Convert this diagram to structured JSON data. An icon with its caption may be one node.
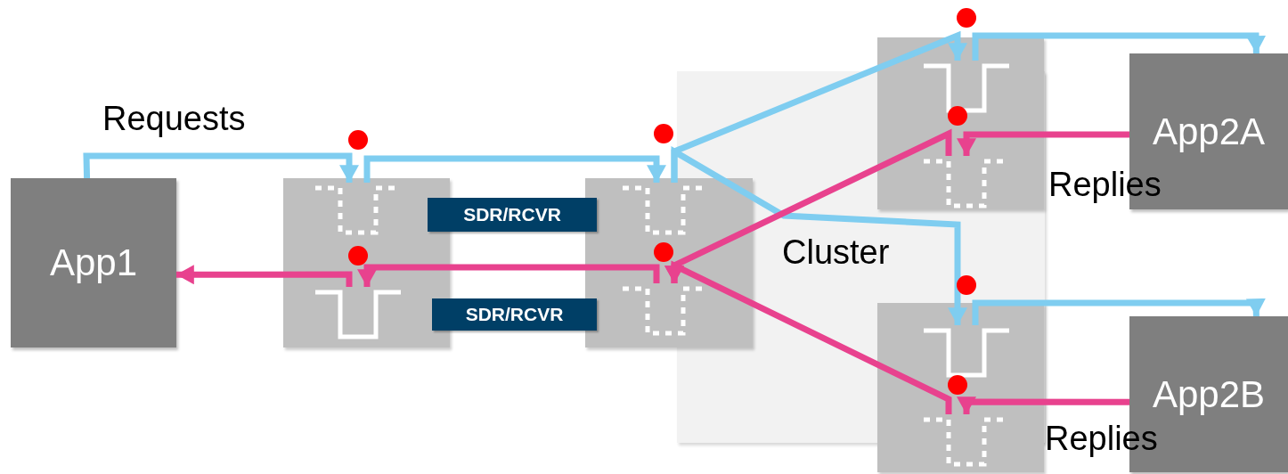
{
  "diagram": {
    "nodes": [
      {
        "text": [
          "App1"
        ]
      },
      {
        "text": [],
        "shape": "box"
      },
      {
        "text": [],
        "shape": "cup",
        "in": 1
      },
      {
        "text": [],
        "shape": "cup",
        "in": 1
      },
      {
        "text": [
          "SDR/RCVR"
        ]
      },
      {
        "text": [
          "SDR/RCVR"
        ]
      },
      {
        "text": [],
        "shape": "box"
      },
      {
        "text": [],
        "shape": "cup",
        "in": 6
      },
      {
        "text": [],
        "shape": "cup",
        "in": 6
      },
      {
        "text": [],
        "shape": "box"
      },
      {
        "text": [],
        "shape": "cup",
        "in": 9
      },
      {
        "text": [],
        "shape": "cup",
        "in": 9
      },
      {
        "text": [
          "App2A"
        ]
      },
      {
        "text": [],
        "shape": "box"
      },
      {
        "text": [],
        "shape": "cup",
        "in": 13
      },
      {
        "text": [],
        "shape": "cup",
        "in": 13
      },
      {
        "text": [
          "App2B"
        ]
      }
    ],
    "edges": [
      {
        "from": 0,
        "to": 2,
        "arrow": "to",
        "color": "#7fcdf0"
      },
      {
        "from": 2,
        "to": 7,
        "arrow": "to",
        "color": "#7fcdf0"
      },
      {
        "from": 7,
        "to": 10,
        "arrow": "to",
        "color": "#7fcdf0"
      },
      {
        "from": 7,
        "to": 14,
        "arrow": "to",
        "color": "#7fcdf0"
      },
      {
        "from": 10,
        "to": 12,
        "arrow": "to",
        "color": "#7fcdf0"
      },
      {
        "from": 14,
        "to": 16,
        "arrow": "to",
        "color": "#7fcdf0"
      },
      {
        "from": 12,
        "to": 11,
        "arrow": "to",
        "color": "#e8428e"
      },
      {
        "from": 16,
        "to": 15,
        "arrow": "to",
        "color": "#e8428e"
      },
      {
        "from": 11,
        "to": 8,
        "arrow": "to",
        "color": "#e8428e"
      },
      {
        "from": 15,
        "to": 8,
        "arrow": "to",
        "color": "#e8428e"
      },
      {
        "from": 8,
        "to": 3,
        "arrow": "to",
        "color": "#e8428e"
      },
      {
        "from": 3,
        "to": 0,
        "arrow": "to",
        "color": "#e8428e"
      }
    ],
    "labels": [
      "Requests",
      "Replies",
      "Cluster",
      "Replies"
    ]
  }
}
